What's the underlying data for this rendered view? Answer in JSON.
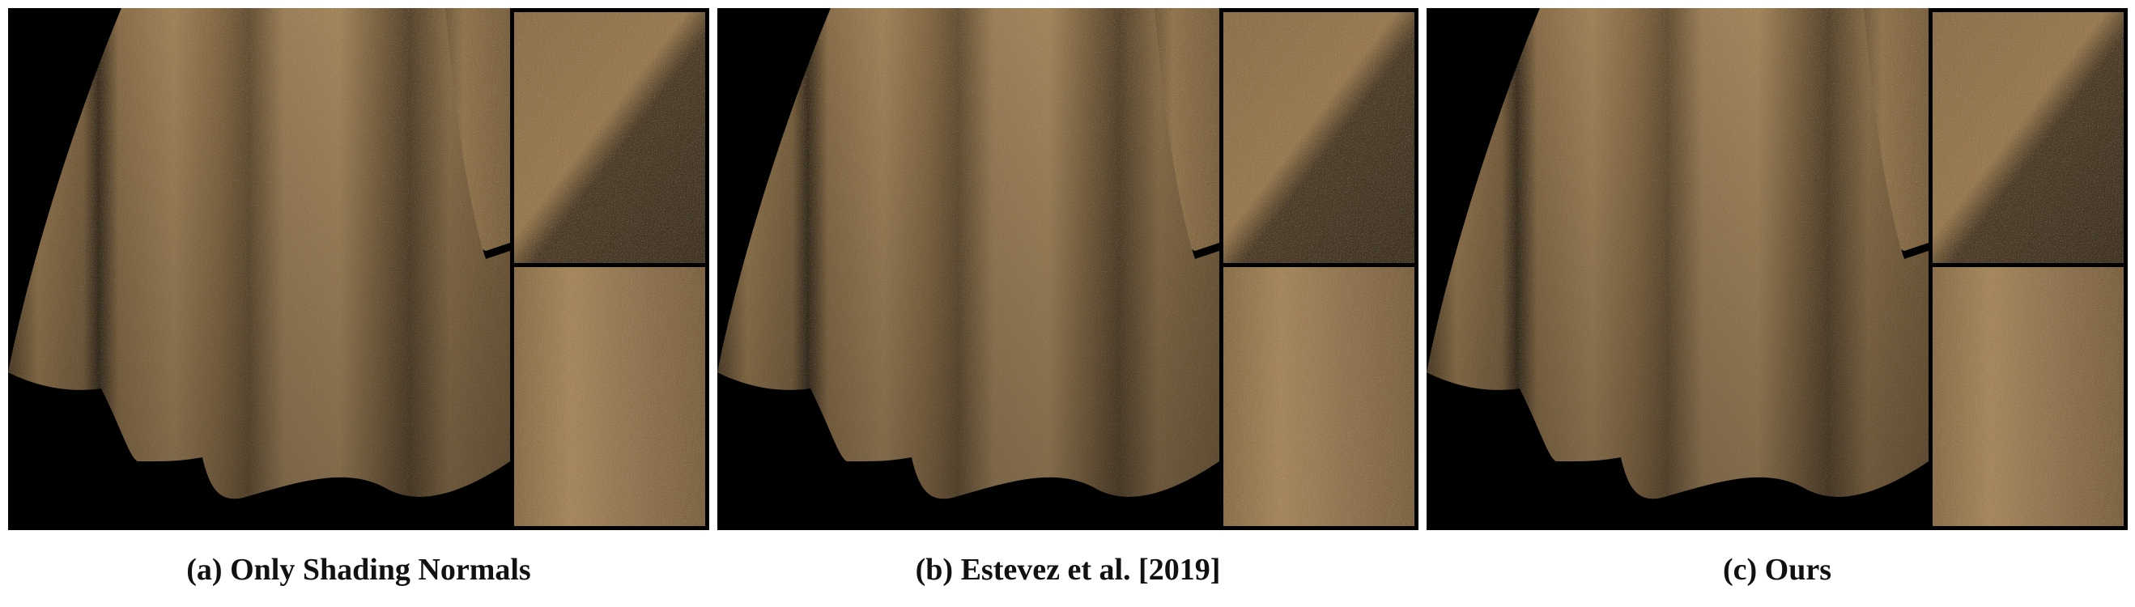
{
  "figure": {
    "panels": [
      {
        "id": "a",
        "caption": "(a) Only Shading Normals"
      },
      {
        "id": "b",
        "caption": "(b) Estevez et al. [2019]"
      },
      {
        "id": "c",
        "caption": "(c) Ours"
      }
    ],
    "colors": {
      "background": "#000000",
      "cloth_light": "#a8885a",
      "cloth_mid": "#8a6d45",
      "cloth_dark": "#4a3a24",
      "inset_border": "#000000"
    },
    "icons": [
      "cloth-render-image",
      "zoom-inset-image"
    ]
  }
}
